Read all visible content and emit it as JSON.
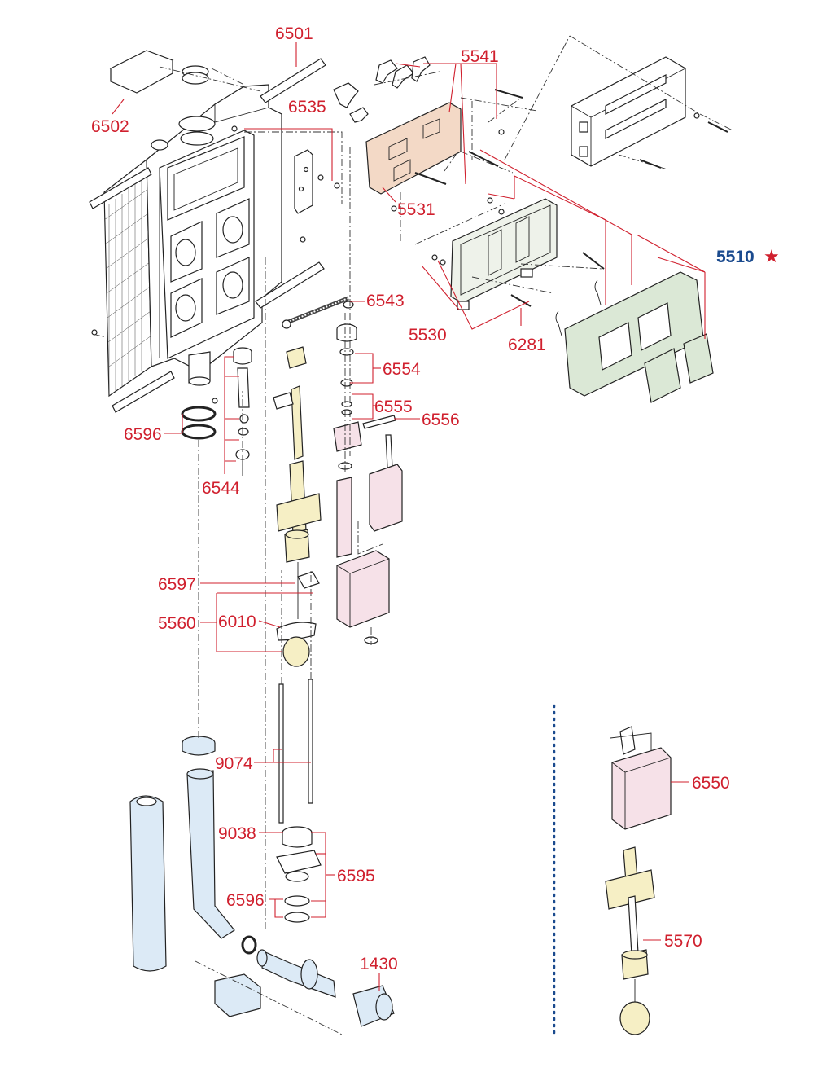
{
  "labels": {
    "l6501": "6501",
    "l6502": "6502",
    "l6535": "6535",
    "l5541": "5541",
    "l5531": "5531",
    "l5510": "5510",
    "l6543": "6543",
    "l5530": "5530",
    "l6281": "6281",
    "l6554": "6554",
    "l6555": "6555",
    "l6556": "6556",
    "l6596a": "6596",
    "l6544": "6544",
    "l6597": "6597",
    "l5560": "5560",
    "l6010": "6010",
    "l9074": "9074",
    "l9038": "9038",
    "l6595": "6595",
    "l6596b": "6596",
    "l1430": "1430",
    "l6550": "6550",
    "l5570": "5570"
  },
  "marker_5510": "★",
  "colors": {
    "label": "#d0202e",
    "highlight_label": "#1a4a8e",
    "divider": "#1a4a8e",
    "pipe_fill": "#dceaf6",
    "housing_fill": "#f6e1e8",
    "frame_plate_fill": "#f3d9c6",
    "cover_fill": "#dbe8d6",
    "valve_fill": "#f6efc5"
  }
}
